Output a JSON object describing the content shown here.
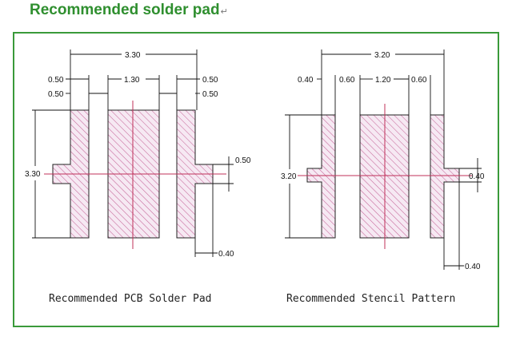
{
  "title": "Recommended solder pad",
  "title_mark": "↵",
  "colors": {
    "title": "#2f8f2f",
    "frame": "#3a9a3a",
    "pad_fill": "#f6e9f3",
    "hatch": "#c7679a",
    "centerline": "#c0305a"
  },
  "pcb": {
    "caption": "Recommended PCB Solder Pad",
    "overall_width": "3.30",
    "outer_pad_width": "0.50",
    "gap": "0.50",
    "center_pad_width": "1.30",
    "right_pad_width": "0.50",
    "right_gap": "0.50",
    "height": "3.30",
    "tab_height": "0.50",
    "tab_length": "0.40"
  },
  "stencil": {
    "caption": "Recommended Stencil Pattern",
    "overall_width": "3.20",
    "outer_pad_width": "0.40",
    "gap": "0.60",
    "center_pad_width": "1.20",
    "gap2": "0.60",
    "height": "3.20",
    "tab_height": "0.40",
    "tab_length": "0.40"
  }
}
